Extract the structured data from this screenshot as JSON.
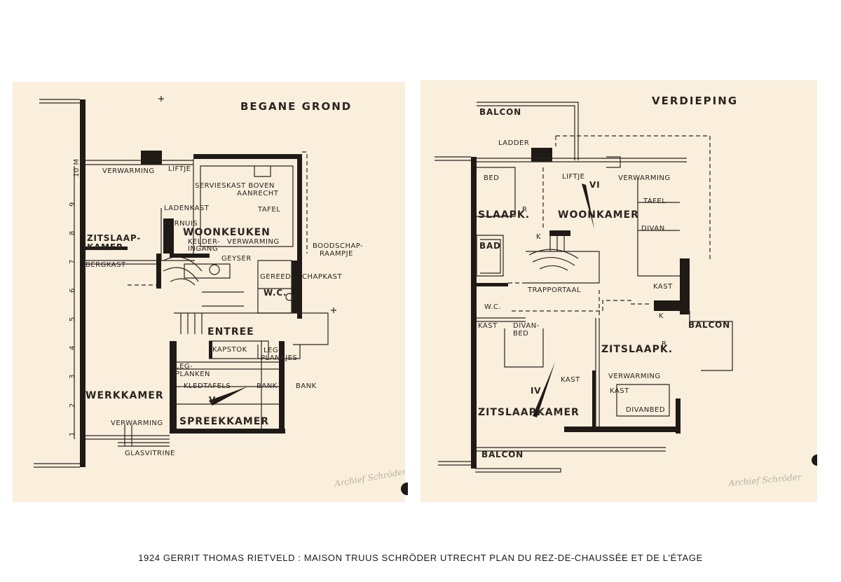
{
  "ground_floor": {
    "title": "BEGANE GROND",
    "room_number": "V",
    "labels": {
      "verwarming_top": "VERWARMING",
      "liftje": "LIFTJE",
      "servieskast": "SERVIESKAST BOVEN",
      "aanrecht": "AANRECHT",
      "ladenkast": "LADENKAST",
      "tafel": "TAFEL",
      "fornuis": "FORNUIS",
      "woonkeuken": "WOONKEUKEN",
      "zitslaapkamer_1": "ZITSLAAP-",
      "zitslaapkamer_2": "KAMER",
      "kelderingang_1": "KELDER-",
      "kelderingang_2": "INGANG",
      "verwarming_kitchen": "VERWARMING",
      "boodschapraampje_1": "BOODSCHAP-",
      "boodschapraampje_2": "RAAMPJE",
      "bergkast": "BERGKAST",
      "geyser": "GEYSER",
      "gereeds": "GEREEDS",
      "chapkast": "CHAPKAST",
      "wc": "W.C.",
      "entree": "ENTREE",
      "kapstok": "KAPSTOK",
      "legplankjes_1": "LEG-",
      "legplankjes_2": "PLANKJES",
      "legplanken_1": "LEG-",
      "legplanken_2": "PLANKEN",
      "kleedtafels": "KLEDTAFELS",
      "bank_1": "BANK",
      "bank_2": "BANK",
      "werkkamer": "WERKKAMER",
      "spreekkamer": "SPREEKKAMER",
      "verwarming_bottom": "VERWARMING",
      "glasvitrine": "GLASVITRINE",
      "scale_top": "10 M"
    },
    "scale_ticks": [
      "9",
      "8",
      "7",
      "6",
      "5",
      "4",
      "3",
      "2",
      "1"
    ],
    "archive_note": "Archief Schröder"
  },
  "upper_floor": {
    "title": "VERDIEPING",
    "room_number_1": "VI",
    "room_number_2": "IV",
    "labels": {
      "balcon_top": "BALCON",
      "ladder": "LADDER",
      "liftje": "LIFTJE",
      "verwarming_top": "VERWARMING",
      "bed": "BED",
      "slaapkamer": "SLAAPK.",
      "slaapkamer_sup": "R",
      "woonkamer": "WOONKAMER",
      "tafel": "TAFEL",
      "divan": "DIVAN",
      "bad": "BAD",
      "k_1": "K",
      "trapportaal": "TRAPPORTAAL",
      "kast_right": "KAST",
      "wc": "W.C.",
      "k_2": "K",
      "kast_left": "KAST",
      "divanbed_1": "DIVAN-",
      "divanbed_2": "BED",
      "balcon_right": "BALCON",
      "zitslaapkamer": "ZITSLAAPK.",
      "zitslaapkamer_sup": "R",
      "verwarming_mid": "VERWARMING",
      "kast_mid": "KAST",
      "kast_small": "KAST",
      "divanbed_right": "DIVANBED",
      "zitslaapkamer_large": "ZITSLAAPKAMER",
      "balcon_bottom": "BALCON"
    },
    "archive_note": "Archief Schröder"
  },
  "caption": "1924 GERRIT THOMAS RIETVELD : MAISON TRUUS SCHRÖDER UTRECHT PLAN DU REZ-DE-CHAUSSÉE ET DE L'ÉTAGE"
}
